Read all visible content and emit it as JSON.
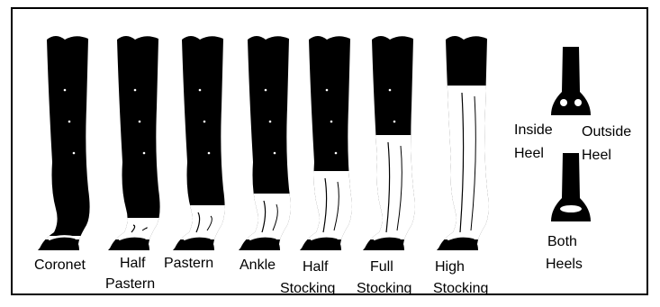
{
  "colors": {
    "ink": "#000000",
    "paper": "#ffffff",
    "frame": "#000000"
  },
  "legs": [
    {
      "id": "coronet",
      "label_lines": [
        "Coronet"
      ]
    },
    {
      "id": "half-pastern",
      "label_lines": [
        "Half",
        "Pastern"
      ]
    },
    {
      "id": "pastern",
      "label_lines": [
        "Pastern"
      ]
    },
    {
      "id": "ankle",
      "label_lines": [
        "Ankle"
      ]
    },
    {
      "id": "half-stocking",
      "label_lines": [
        "Half",
        "Stocking"
      ]
    },
    {
      "id": "full-stocking",
      "label_lines": [
        "Full",
        "Stocking"
      ]
    },
    {
      "id": "high-stocking",
      "label_lines": [
        "High",
        "Stocking"
      ]
    }
  ],
  "heels": {
    "inside": [
      "Inside",
      "Heel"
    ],
    "outside": [
      "Outside",
      "Heel"
    ],
    "both": [
      "Both",
      "Heels"
    ]
  }
}
